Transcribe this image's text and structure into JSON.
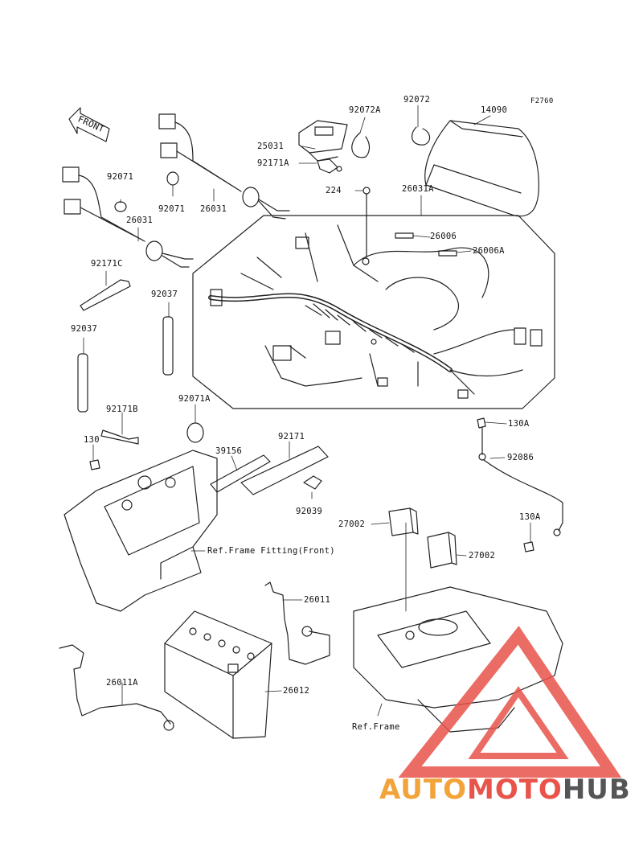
{
  "figure_code": "F2760",
  "front_label": "FRONT",
  "refs": {
    "frame_fitting_front": "Ref.Frame Fitting(Front)",
    "frame": "Ref.Frame"
  },
  "parts": {
    "p92072A": "92072A",
    "p92072": "92072",
    "p14090": "14090",
    "p25031": "25031",
    "p92171A": "92171A",
    "p224": "224",
    "p26031A": "26031A",
    "p26006": "26006",
    "p26006A": "26006A",
    "p92071_left": "92071",
    "p92071_mid": "92071",
    "p26031_top": "26031",
    "p26031_left": "26031",
    "p92171C": "92171C",
    "p92037_left": "92037",
    "p92037_mid": "92037",
    "p92171B": "92171B",
    "p92071A": "92071A",
    "p130_left": "130",
    "p39156": "39156",
    "p92171": "92171",
    "p92039": "92039",
    "p130A_top": "130A",
    "p92086": "92086",
    "p130A_bottom": "130A",
    "p27002_left": "27002",
    "p27002_right": "27002",
    "p26011": "26011",
    "p26011A": "26011A",
    "p26012": "26012"
  },
  "watermark": {
    "part1": "AUTO",
    "part2": "MOTO",
    "part3": "HUB"
  },
  "colors": {
    "line": "#222222",
    "watermark_red": "#e8534a",
    "watermark_orange": "#f2a33a",
    "watermark_gray": "#555555"
  }
}
